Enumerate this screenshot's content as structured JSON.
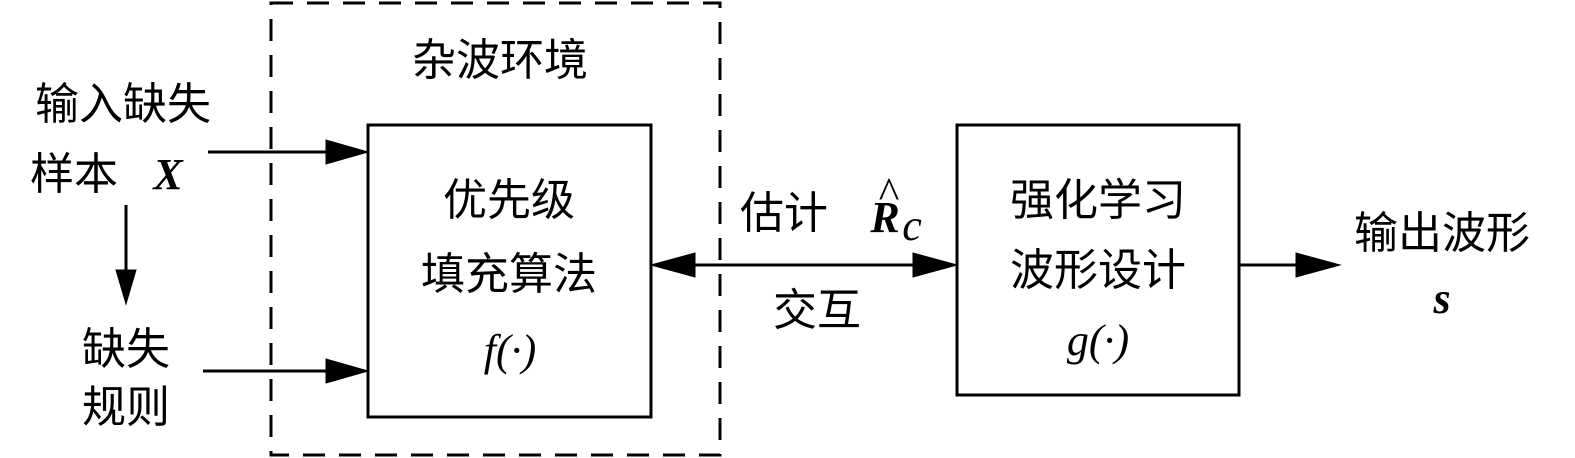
{
  "clutter_env": {
    "label": "杂波环境"
  },
  "input": {
    "line1": "输入缺失",
    "line2": "样本",
    "symbol": "X"
  },
  "missing_rule": {
    "line1": "缺失",
    "line2": "规则"
  },
  "priority_block": {
    "line1": "优先级",
    "line2": "填充算法",
    "func": "f(·)"
  },
  "rl_block": {
    "line1": "强化学习",
    "line2": "波形设计",
    "func": "g(·)"
  },
  "link": {
    "estimate_label": "估计",
    "estimate_symbol": "R",
    "estimate_hat": "^",
    "estimate_sub": "c",
    "interaction_label": "交互"
  },
  "output": {
    "label": "输出波形",
    "symbol": "s"
  }
}
